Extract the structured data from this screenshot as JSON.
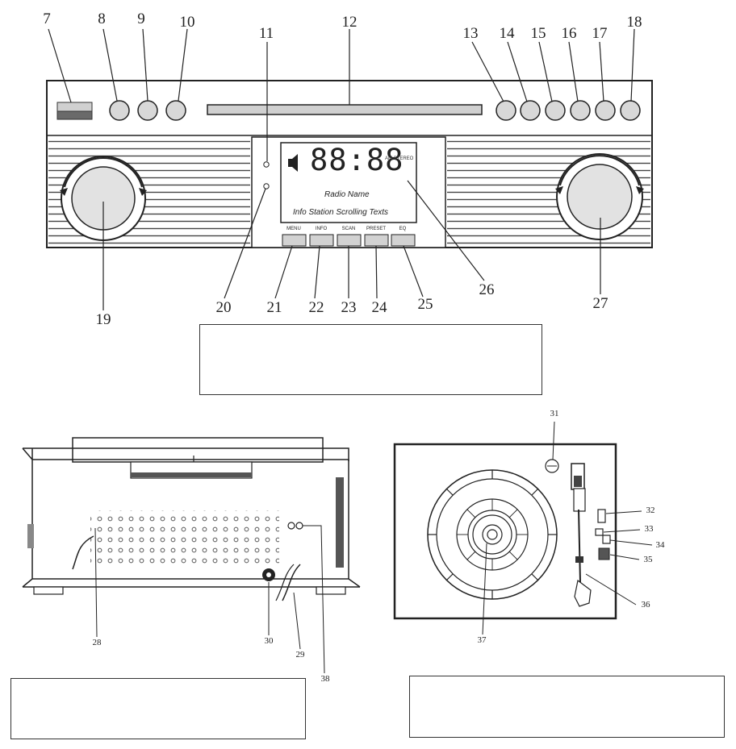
{
  "front_view": {
    "callouts_top": [
      "7",
      "8",
      "9",
      "10",
      "11",
      "12",
      "13",
      "14",
      "15",
      "16",
      "17",
      "18"
    ],
    "callouts_bottom": [
      "19",
      "20",
      "21",
      "22",
      "23",
      "24",
      "25",
      "26",
      "27"
    ],
    "display": {
      "time": "88:88",
      "indicator": "AM STEREO",
      "line1": "Radio Name",
      "line2": "Info Station Scrolling Texts"
    },
    "button_labels": [
      "MENU",
      "INFO",
      "SCAN",
      "PRESET",
      "EQ"
    ]
  },
  "side_view": {
    "callouts": [
      "28",
      "30",
      "29",
      "38"
    ]
  },
  "turntable_view": {
    "callouts": [
      "31",
      "32",
      "33",
      "34",
      "35",
      "36",
      "37"
    ]
  }
}
